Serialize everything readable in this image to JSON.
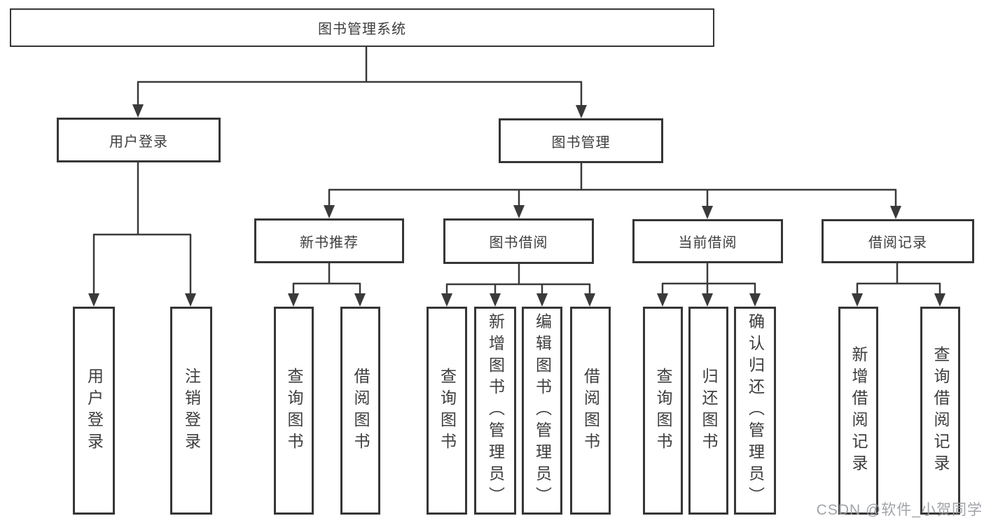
{
  "diagram": {
    "type": "hierarchy-chart",
    "colors": {
      "line": "#3a3a3a",
      "box_border": "#363636",
      "text": "#3d3d3d",
      "watermark": "#9b9ea3",
      "background": "#ffffff"
    },
    "tree": {
      "label": "图书管理系统",
      "children": [
        {
          "label": "用户登录",
          "children": [
            {
              "label": "用户登录"
            },
            {
              "label": "注销登录"
            }
          ]
        },
        {
          "label": "图书管理",
          "children": [
            {
              "label": "新书推荐",
              "children": [
                {
                  "label": "查询图书"
                },
                {
                  "label": "借阅图书"
                }
              ]
            },
            {
              "label": "图书借阅",
              "children": [
                {
                  "label": "查询图书"
                },
                {
                  "label": "新增图书（管理员）"
                },
                {
                  "label": "编辑图书（管理员）"
                },
                {
                  "label": "借阅图书"
                }
              ]
            },
            {
              "label": "当前借阅",
              "children": [
                {
                  "label": "查询图书"
                },
                {
                  "label": "归还图书"
                },
                {
                  "label": "确认归还（管理员）"
                }
              ]
            },
            {
              "label": "借阅记录",
              "children": [
                {
                  "label": "新增借阅记录"
                },
                {
                  "label": "查询借阅记录"
                }
              ]
            }
          ]
        }
      ]
    },
    "watermark": "CSDN @软件_小贺同学"
  }
}
